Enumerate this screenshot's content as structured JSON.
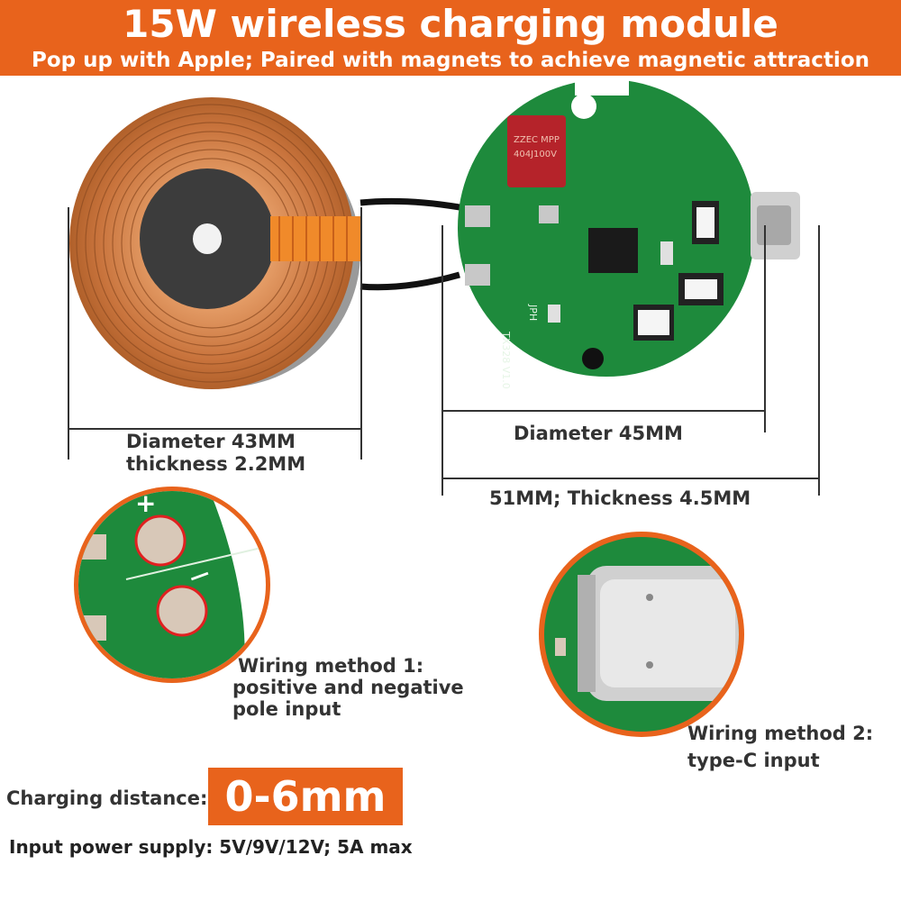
{
  "header": {
    "title": "15W wireless charging module",
    "subtitle": "Pop up with Apple; Paired with magnets to achieve magnetic attraction"
  },
  "coil": {
    "dimension_line1": "Diameter 43MM",
    "dimension_line2": "thickness 2.2MM"
  },
  "pcb": {
    "diameter_label": "Diameter 45MM",
    "length_label": "51MM; Thickness 4.5MM",
    "capacitor_text_line1": "ZZEC MPP",
    "capacitor_text_line2": "404J100V",
    "silkscreen_model": "TX328 V1.0",
    "silkscreen_brand": "JPH"
  },
  "wiring": {
    "method1_line1": "Wiring method 1:",
    "method1_line2": "positive and negative",
    "method1_line3": "pole input",
    "method2_line1": "Wiring method 2:",
    "method2_line2": "type-C input",
    "plus_symbol": "+",
    "minus_symbol": "—"
  },
  "specs": {
    "distance_label": "Charging distance:",
    "distance_value": "0-6mm",
    "power_label": "Input power supply: 5V/9V/12V; 5A max"
  },
  "colors": {
    "accent": "#e8631c",
    "pcb_green": "#1e8a3c",
    "copper": "#d08048"
  }
}
